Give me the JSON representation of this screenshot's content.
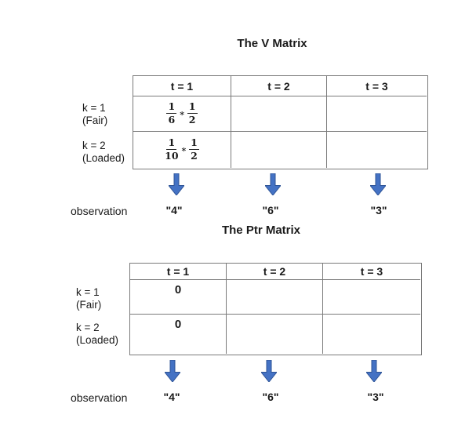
{
  "v_matrix": {
    "title": "The V Matrix",
    "headers": [
      "t = 1",
      "t = 2",
      "t = 3"
    ],
    "rows": [
      {
        "label_line1": "k = 1",
        "label_line2": "(Fair)"
      },
      {
        "label_line1": "k = 2",
        "label_line2": "(Loaded)"
      }
    ],
    "cell_fair_t1": {
      "n1": "1",
      "d1": "6",
      "op": "∗",
      "n2": "1",
      "d2": "2"
    },
    "cell_loaded_t1": {
      "n1": "1",
      "d1": "10",
      "op": "∗",
      "n2": "1",
      "d2": "2"
    },
    "observation_label": "observation",
    "observations": [
      "\"4\"",
      "\"6\"",
      "\"3\""
    ]
  },
  "ptr_matrix": {
    "title": "The Ptr Matrix",
    "headers": [
      "t = 1",
      "t = 2",
      "t = 3"
    ],
    "rows": [
      {
        "label_line1": "k = 1",
        "label_line2": "(Fair)"
      },
      {
        "label_line1": "k = 2",
        "label_line2": "(Loaded)"
      }
    ],
    "cell_fair_t1": "0",
    "cell_loaded_t1": "0",
    "observation_label": "observation",
    "observations": [
      "\"4\"",
      "\"6\"",
      "\"3\""
    ]
  },
  "colors": {
    "arrow_fill": "#4472C4",
    "arrow_stroke": "#2F5496",
    "table_border": "#7a7a7a",
    "text": "#1a1a1a"
  }
}
